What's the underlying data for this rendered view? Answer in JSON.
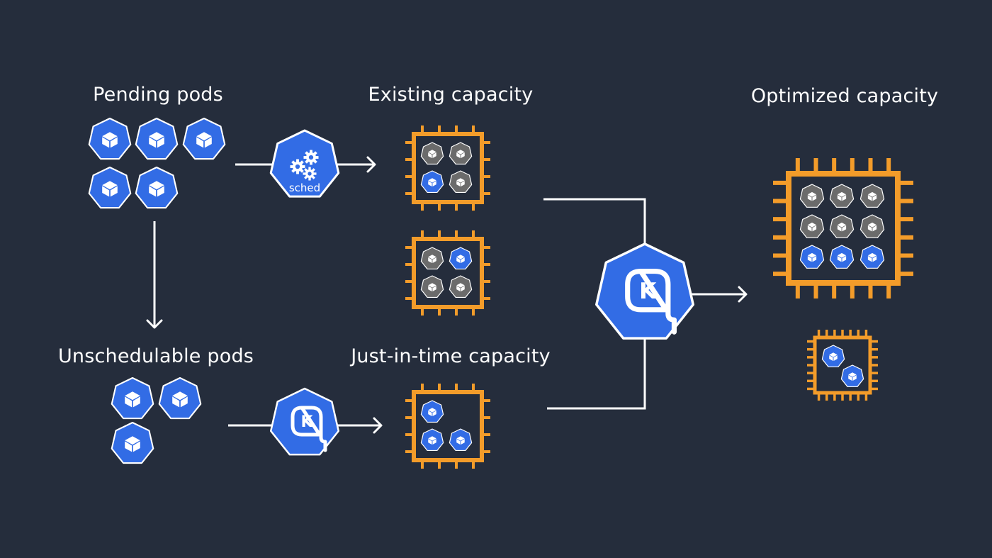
{
  "labels": {
    "pending": "Pending pods",
    "existing": "Existing capacity",
    "optimized": "Optimized capacity",
    "unschedulable": "Unschedulable pods",
    "jit": "Just-in-time capacity",
    "sched": "sched",
    "karpenter_letter": "K"
  },
  "colors": {
    "background": "#252d3c",
    "pod_blue": "#326ce5",
    "pod_gray": "#6b6b6b",
    "chip_orange": "#f39c2a",
    "line_white": "#ffffff"
  },
  "icons": {
    "pod": "kubernetes-pod-icon",
    "chip": "cpu-chip-icon",
    "scheduler": "kube-scheduler-icon",
    "karpenter": "karpenter-icon"
  },
  "pending_pods": {
    "count": 5
  },
  "unschedulable_pods": {
    "count": 3
  },
  "existing_nodes": [
    {
      "pods": [
        "gray",
        "gray",
        "blue",
        "gray"
      ]
    },
    {
      "pods": [
        "gray",
        "blue",
        "gray",
        "gray"
      ]
    }
  ],
  "jit_node": {
    "pods": [
      "blue",
      "none",
      "blue",
      "blue"
    ]
  },
  "optimized_large_node": {
    "pods": [
      "gray",
      "gray",
      "gray",
      "gray",
      "gray",
      "gray",
      "blue",
      "blue",
      "blue"
    ]
  },
  "optimized_small_node": {
    "pods": [
      "blue",
      "blue"
    ]
  }
}
